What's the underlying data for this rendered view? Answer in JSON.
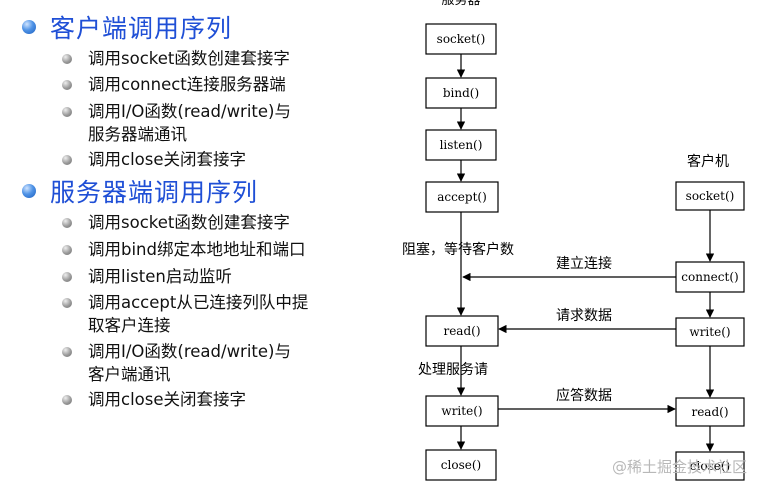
{
  "left": {
    "sections": [
      {
        "title": "客户端调用序列",
        "items": [
          [
            "调用socket函数创建套接字"
          ],
          [
            "调用connect连接服务器端"
          ],
          [
            "调用I/O函数(read/write)与",
            "服务器端通讯"
          ],
          [
            "调用close关闭套接字"
          ]
        ]
      },
      {
        "title": "服务器端调用序列",
        "items": [
          [
            "调用socket函数创建套接字"
          ],
          [
            "调用bind绑定本地地址和端口"
          ],
          [
            "调用listen启动监听"
          ],
          [
            "调用accept从已连接列队中提",
            "取客户连接"
          ],
          [
            "调用I/O函数(read/write)与",
            "客户端通讯"
          ],
          [
            "调用close关闭套接字"
          ]
        ]
      }
    ]
  },
  "diagram": {
    "server_title": "服务器",
    "client_title": "客户机",
    "server_boxes": [
      "socket()",
      "bind()",
      "listen()",
      "accept()",
      "read()",
      "write()",
      "close()"
    ],
    "client_boxes": [
      "socket()",
      "connect()",
      "write()",
      "read()",
      "close()"
    ],
    "notes": {
      "blocked": "阻塞，等待客户数",
      "process": "处理服务请"
    },
    "arrows": {
      "connect": "建立连接",
      "request": "请求数据",
      "response": "应答数据"
    }
  },
  "watermark": "@稀土掘金技术社区"
}
